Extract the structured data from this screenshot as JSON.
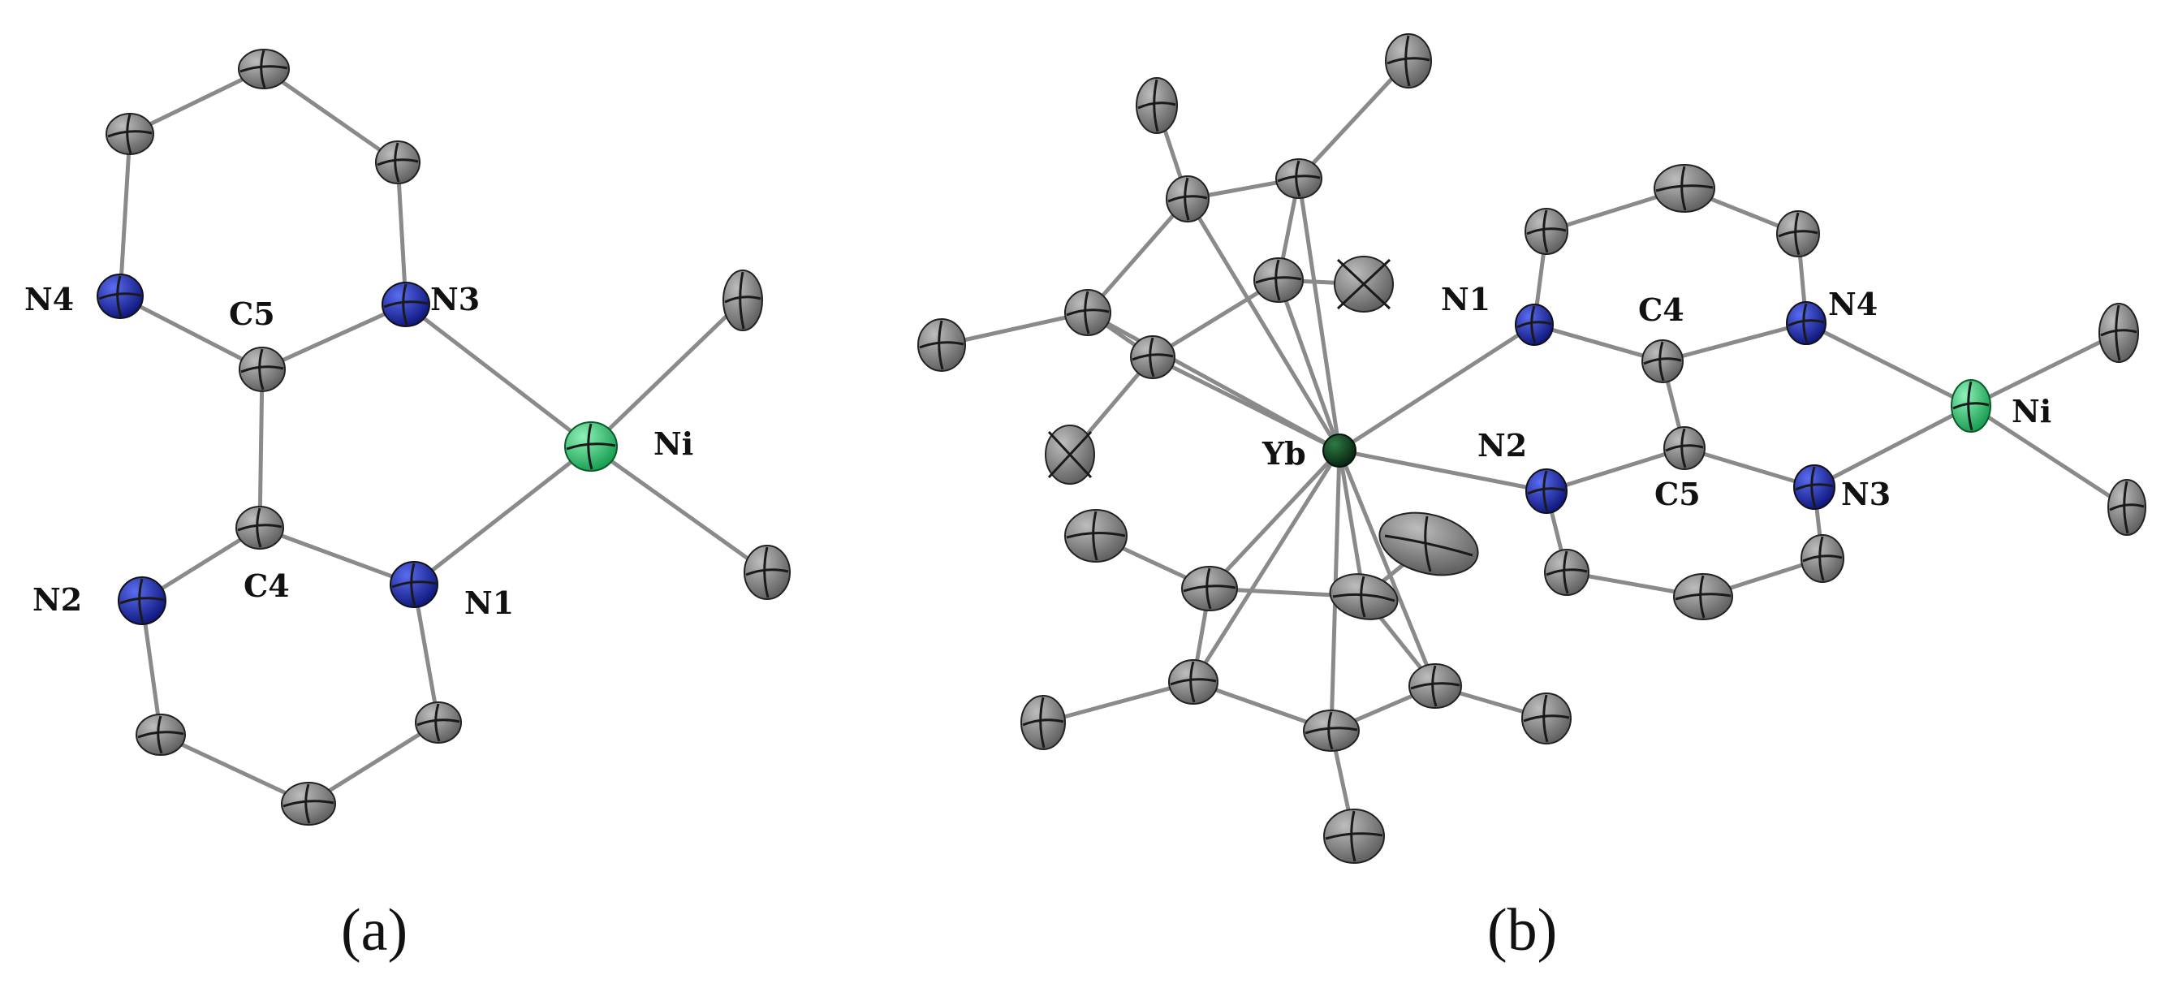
{
  "panels": [
    {
      "id": "a",
      "label": "(a)",
      "atom_labels": [
        "N4",
        "C5",
        "N3",
        "Ni",
        "N2",
        "C4",
        "N1"
      ]
    },
    {
      "id": "b",
      "label": "(b)",
      "atom_labels": [
        "N1",
        "C4",
        "N4",
        "Ni",
        "Yb",
        "N2",
        "C5",
        "N3"
      ]
    }
  ],
  "colors": {
    "carbon": "#8c8c8c",
    "nitrogen": "#1f2ea8",
    "nickel": "#2fd57a",
    "ytterbium": "#0f3d1c",
    "bond": "#8a8a8a"
  }
}
